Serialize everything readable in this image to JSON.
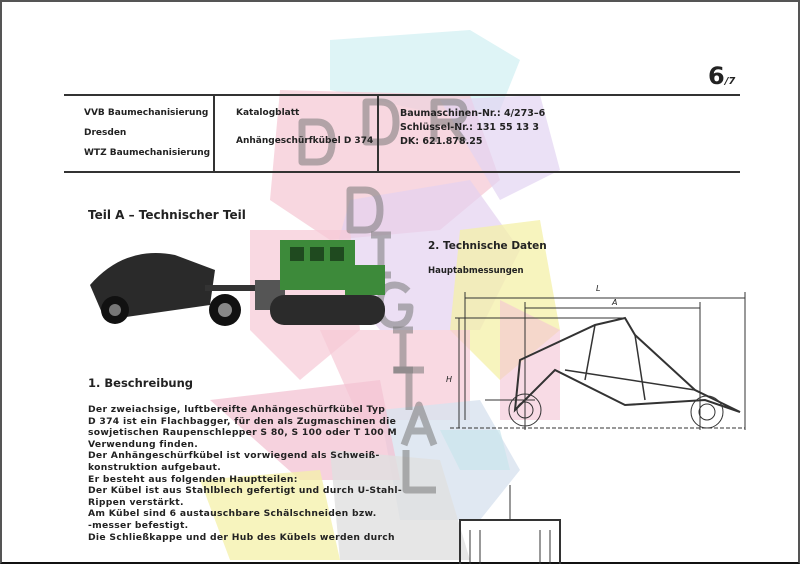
{
  "page_number": "6",
  "page_sub": "/7",
  "header": {
    "left": [
      "VVB Baumechanisierung",
      "Dresden",
      "WTZ Baumechanisierung"
    ],
    "middle": [
      "Katalogblatt",
      "Anhängeschürfkübel D 374"
    ],
    "right": [
      "Baumaschinen-Nr.: 4/273–6",
      "Schlüssel-Nr.: 131 55 13 3",
      "DK: 621.878.25"
    ]
  },
  "section_title": "Teil A – Technischer Teil",
  "section1": {
    "heading": "1. Beschreibung",
    "lines": [
      "Der zweiachsige, luftbereifte Anhängeschürfkübel Typ",
      "D 374 ist ein Flachbagger, für den als Zugmaschinen die",
      "sowjetischen Raupenschlepper S 80, S 100 oder T 100 M",
      "Verwendung finden.",
      "Der Anhängeschürfkübel ist vorwiegend als Schweiß-",
      "konstruktion aufgebaut.",
      "Er besteht aus folgenden Hauptteilen:",
      "Der Kübel ist aus Stahlblech gefertigt und durch U-Stahl-",
      "Rippen verstärkt.",
      "Am Kübel sind 6 austauschbare Schälschneiden bzw.",
      "-messer befestigt.",
      "Die Schließkappe und der Hub des Kübels werden durch"
    ]
  },
  "section2": {
    "heading": "2. Technische Daten",
    "subheading": "Hauptabmessungen",
    "dim_labels": {
      "L": "L",
      "A": "A",
      "H": "H"
    }
  },
  "watermark": "DDR DIGITAL",
  "colors": {
    "map_pink": "#f6c9d6",
    "map_yellow": "#f4f0a8",
    "map_blue": "#c9d8f2",
    "map_green": "#cfeec3",
    "tractor_green": "#3d8a3a"
  }
}
